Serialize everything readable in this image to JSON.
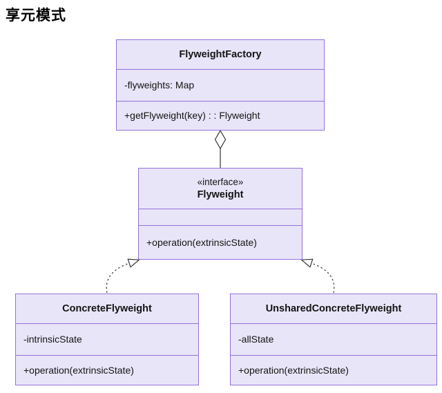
{
  "page": {
    "title": "享元模式"
  },
  "colors": {
    "box_fill": "#e9e5f8",
    "box_border": "#9370db",
    "edge": "#333333",
    "text": "#131313",
    "background": "#ffffff"
  },
  "diagram": {
    "classes": [
      {
        "name": "FlyweightFactory",
        "stereotype": "",
        "attributes": [
          "-flyweights: Map"
        ],
        "methods": [
          "+getFlyweight(key) : : Flyweight"
        ]
      },
      {
        "name": "Flyweight",
        "stereotype": "«interface»",
        "attributes": [],
        "methods": [
          "+operation(extrinsicState)"
        ]
      },
      {
        "name": "ConcreteFlyweight",
        "stereotype": "",
        "attributes": [
          "-intrinsicState"
        ],
        "methods": [
          "+operation(extrinsicState)"
        ]
      },
      {
        "name": "UnsharedConcreteFlyweight",
        "stereotype": "",
        "attributes": [
          "-allState"
        ],
        "methods": [
          "+operation(extrinsicState)"
        ]
      }
    ],
    "relationships": [
      {
        "type": "aggregation",
        "from": "FlyweightFactory",
        "to": "Flyweight"
      },
      {
        "type": "realization",
        "from": "ConcreteFlyweight",
        "to": "Flyweight"
      },
      {
        "type": "realization",
        "from": "UnsharedConcreteFlyweight",
        "to": "Flyweight"
      }
    ]
  }
}
